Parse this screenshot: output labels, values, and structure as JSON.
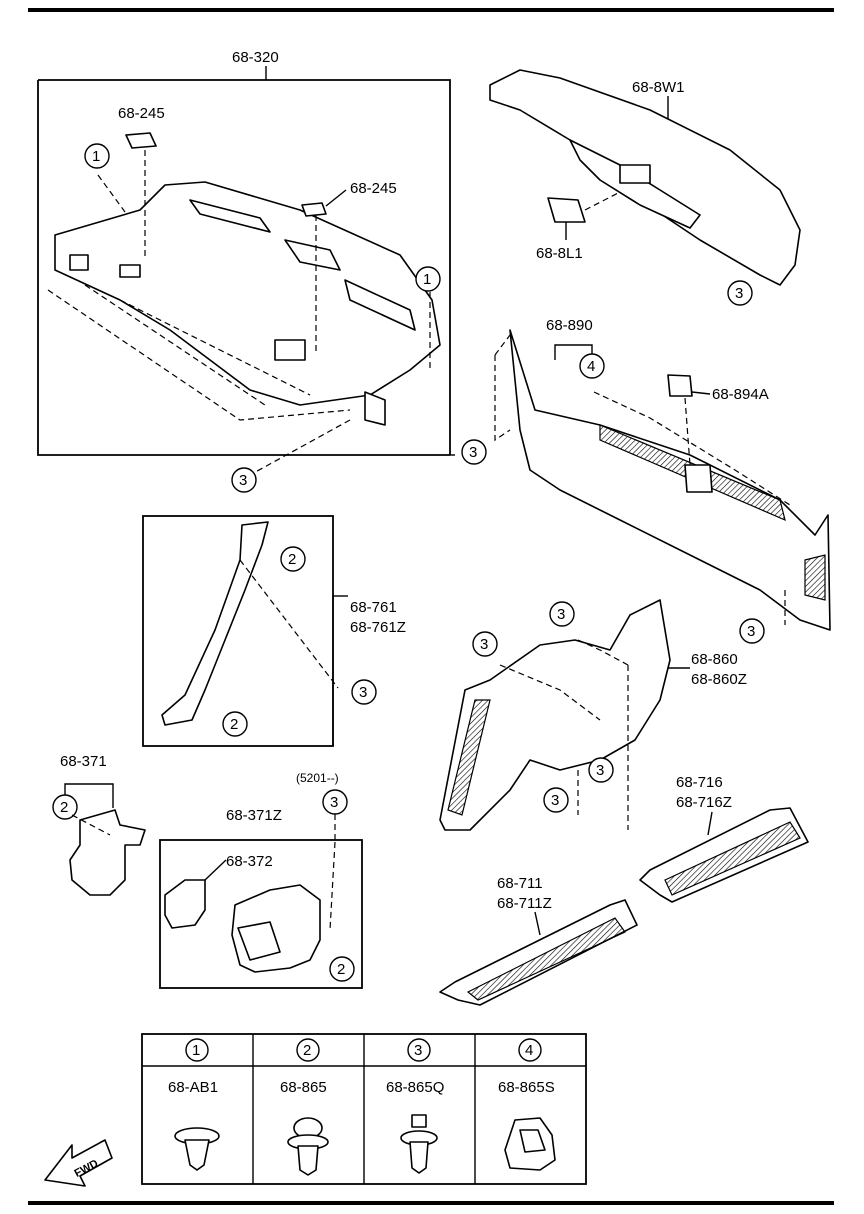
{
  "parts": {
    "p_68_320": "68-320",
    "p_68_245_a": "68-245",
    "p_68_245_b": "68-245",
    "p_68_8W1": "68-8W1",
    "p_68_8L1": "68-8L1",
    "p_68_890": "68-890",
    "p_68_894A": "68-894A",
    "p_68_761": "68-761",
    "p_68_761Z": "68-761Z",
    "p_68_860": "68-860",
    "p_68_860Z": "68-860Z",
    "p_68_371": "68-371",
    "p_68_371Z": "68-371Z",
    "p_68_372": "68-372",
    "p_serial_note": "(5201--)",
    "p_68_716": "68-716",
    "p_68_716Z": "68-716Z",
    "p_68_711": "68-711",
    "p_68_711Z": "68-711Z"
  },
  "callouts": {
    "one": "1",
    "two": "2",
    "three": "3",
    "four": "4"
  },
  "fastener_table": {
    "headers": [
      "1",
      "2",
      "3",
      "4"
    ],
    "part_numbers": [
      "68-AB1",
      "68-865",
      "68-865Q",
      "68-865S"
    ]
  },
  "fwd_label": "FWD"
}
